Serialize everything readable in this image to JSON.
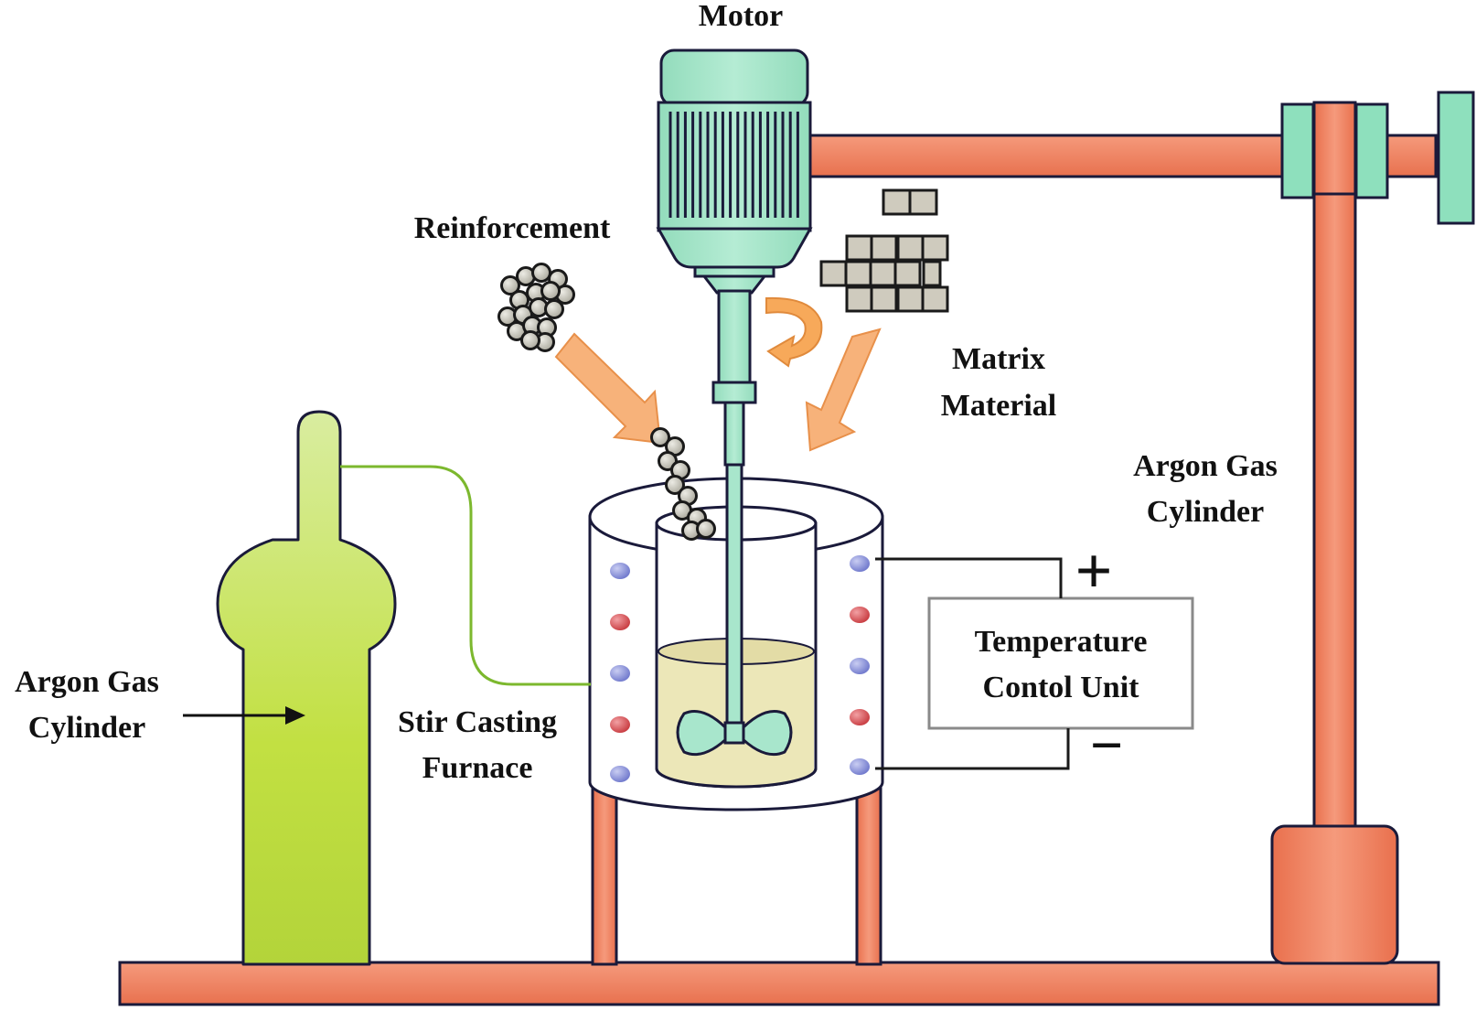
{
  "labels": {
    "motor": "Motor",
    "reinforcement": "Reinforcement",
    "matrix_line1": "Matrix",
    "matrix_line2": "Material",
    "argon_right_line1": "Argon Gas",
    "argon_right_line2": "Cylinder",
    "argon_left_line1": "Argon Gas",
    "argon_left_line2": "Cylinder",
    "furnace_line1": "Stir Casting",
    "furnace_line2": "Furnace",
    "temp_line1": "Temperature",
    "temp_line2": "Contol Unit",
    "plus_sign": "+",
    "minus_sign": "−"
  },
  "colors": {
    "frame": "#ee8262",
    "motor": "#a8e6cc",
    "gas_cylinder": "#c4e35a",
    "melt": "#ece7b8",
    "arrow": "#f7b27a",
    "particle": "#c8c6bc",
    "brick": "#cfcbbe",
    "dot_blue": "#8b93d8",
    "dot_red": "#d9555a",
    "gas_line": "#7cb82e"
  },
  "icons": {
    "rotation": "rotation-arrow-icon",
    "feed_arrow": "feed-arrow-icon"
  }
}
